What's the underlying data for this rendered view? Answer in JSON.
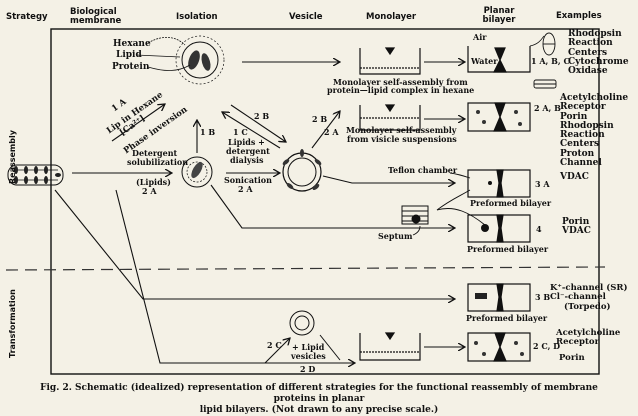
{
  "headers": {
    "strategy": "Strategy",
    "biological_membrane": "Biological membrane",
    "isolation": "Isolation",
    "vesicle": "Vesicle",
    "monolayer": "Monolayer",
    "planar_bilayer": "Planar bilayer",
    "examples": "Examples"
  },
  "sections": {
    "reassembly": "Reassembly",
    "transformation": "Transformation"
  },
  "isolation_labels": {
    "hexane": "Hexane",
    "lipid": "Lipid",
    "protein": "Protein"
  },
  "pathways": {
    "p1a_code": "1 A",
    "p1a_line1": "Lip in Hexane",
    "p1a_line2": "[Ca²⁺]",
    "phase_inversion": "Phase inversion",
    "p1b": "1 B",
    "p1c": "1 C",
    "p1c_text1": "Lipids +",
    "p1c_text2": "detergent",
    "p1c_text3": "dialysis",
    "sonication": "Sonication",
    "sonication_code": "2 A",
    "p2b_upper": "2 B",
    "p2b_lower": "2 B",
    "p2a_lower": "2 A",
    "detergent1": "Detergent",
    "detergent2": "solubilization",
    "lipids": "(Lipids)",
    "lipids_code": "2 A",
    "p2c": "2 C",
    "lipid_vesicles1": "+ Lipid",
    "lipid_vesicles2": "vesicles",
    "p2d": "2 D"
  },
  "monolayer_captions": {
    "from_hexane1": "Monolayer self-assembly from",
    "from_hexane2": "protein—lipid complex in hexane",
    "from_vesicle1": "Monolayer self-assembly",
    "from_vesicle2": "from visicle suspensions"
  },
  "bilayer_labels": {
    "air": "Air",
    "water": "Water",
    "teflon_chamber": "Teflon chamber",
    "septum": "Septum",
    "preformed_3a": "Preformed bilayer",
    "preformed_4": "Preformed bilayer",
    "preformed_3b": "Preformed bilayer"
  },
  "codes": {
    "row1": "1 A, B, C",
    "row2": "2 A, B",
    "row3": "3 A",
    "row4": "4",
    "row5": "3 B",
    "row6": "2 C, D"
  },
  "examples": {
    "row1": [
      "Rhodopsin",
      "Reaction",
      "Centers",
      "Cytochrome",
      "Oxidase"
    ],
    "row2": [
      "Acetylcholine",
      "Receptor",
      "Porin",
      "Rhodopsin",
      "Reaction",
      "Centers",
      "Proton",
      "Channel"
    ],
    "row3": [
      "VDAC"
    ],
    "row4": [
      "Porin",
      "VDAC"
    ],
    "row5": [
      "K⁺-channel (SR)",
      "Cl⁻-channel",
      "(Torpedo)"
    ],
    "row6a": [
      "Acetylcholine",
      "Receptor"
    ],
    "row6b": [
      "Porin"
    ]
  },
  "caption": {
    "line1": "Fig. 2. Schematic (idealized) representation of different strategies for the functional reassembly of membrane proteins in planar",
    "line2": "lipid bilayers. (Not drawn to any precise scale.)"
  }
}
